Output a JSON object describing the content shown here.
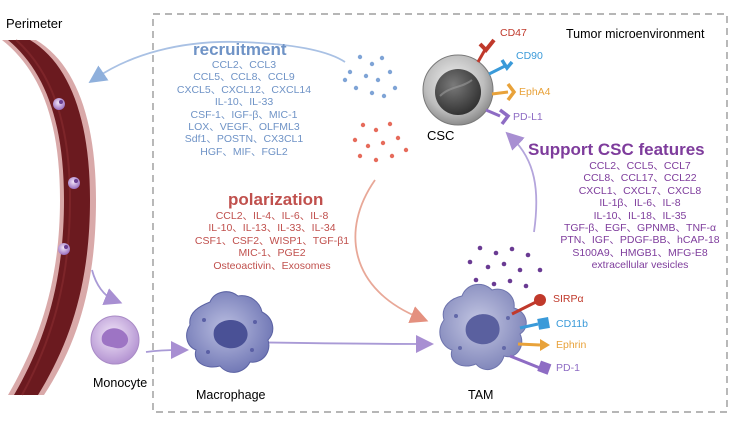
{
  "labels": {
    "perimeter": "Perimeter",
    "tumor_microenvironment": "Tumor microenvironment",
    "monocyte": "Monocyte",
    "macrophage": "Macrophage",
    "tam": "TAM",
    "csc": "CSC"
  },
  "recruitment": {
    "title": "recruitment",
    "items": [
      "CCL2、CCL3",
      "CCL5、CCL8、CCL9",
      "CXCL5、CXCL12、CXCL14",
      "IL-10、IL-33",
      "CSF-1、IGF-β、MIC-1",
      "LOX、VEGF、OLFML3",
      "Sdf1、POSTN、CX3CL1",
      "HGF、MIF、FGL2"
    ]
  },
  "polarization": {
    "title": "polarization",
    "items": [
      "CCL2、IL-4、IL-6、IL-8",
      "IL-10、IL-13、IL-33、IL-34",
      "CSF1、CSF2、WISP1、TGF-β1",
      "MIC-1、PGE2",
      "Osteoactivin、Exosomes"
    ]
  },
  "support": {
    "title": "Support CSC features",
    "items": [
      "CCL2、CCL5、CCL7",
      "CCL8、CCL17、CCL22",
      "CXCL1、CXCL7、CXCL8",
      "IL-1β、IL-6、IL-8",
      "IL-10、IL-18、IL-35",
      "TGF-β、EGF、GPNMB、TNF-α",
      "PTN、IGF、PDGF-BB、hCAP-18",
      "S100A9、HMGB1、MFG-E8",
      "extracellular vesicles"
    ]
  },
  "csc_receptors": [
    "CD47",
    "CD90",
    "EphA4",
    "PD-L1"
  ],
  "tam_receptors": [
    "SIRPα",
    "CD11b",
    "Ephrin",
    "PD-1"
  ],
  "colors": {
    "recruitment": "#6f93c6",
    "polarization": "#c0504d",
    "support": "#7e3c9c",
    "vessel": "#6b1a1f",
    "cd47": "#c0392b",
    "cd90": "#3a9ad9",
    "epha4": "#e8a23a",
    "pdl1": "#8e6cc4"
  }
}
